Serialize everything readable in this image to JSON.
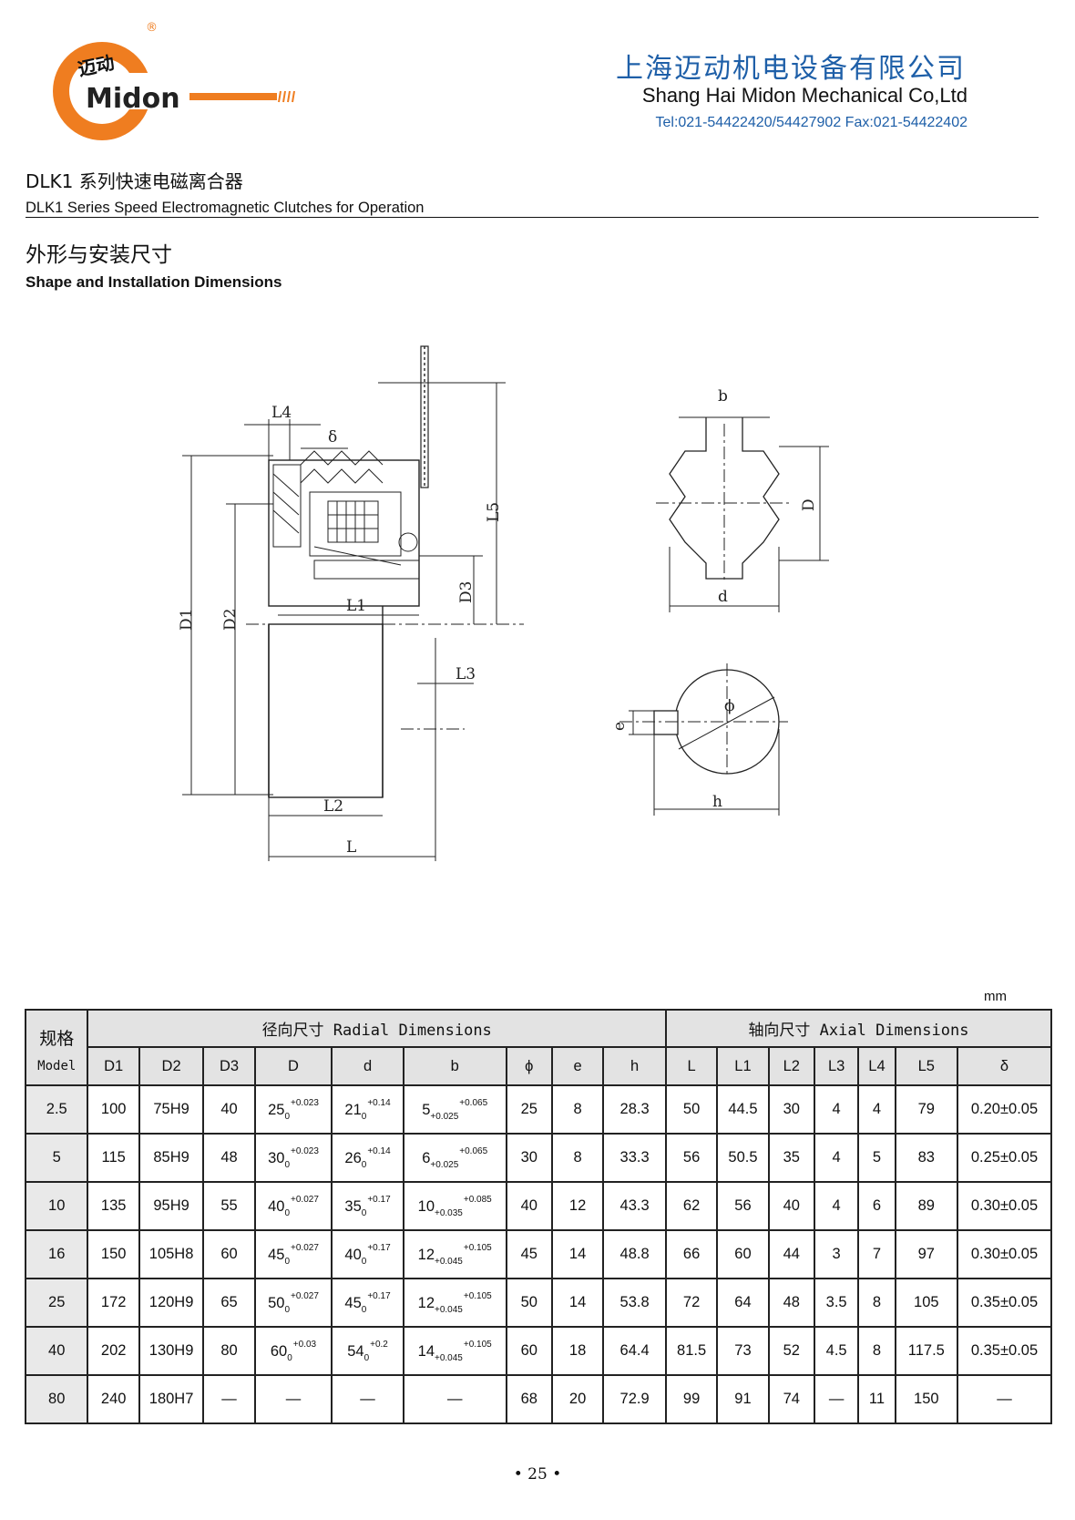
{
  "header": {
    "logo_cn": "迈动",
    "logo_en": "Midon",
    "registered": "®",
    "company_cn": "上海迈动机电设备有限公司",
    "company_en": "Shang Hai Midon Mechanical Co,Ltd",
    "contact": "Tel:021-54422420/54427902 Fax:021-54422402"
  },
  "title": {
    "cn": "DLK1 系列快速电磁离合器",
    "en": "DLK1 Series Speed Electromagnetic Clutches for Operation"
  },
  "section": {
    "cn": "外形与安装尺寸",
    "en": "Shape and Installation Dimensions"
  },
  "drawing_labels": {
    "L4": "L4",
    "delta": "δ",
    "L5": "L5",
    "L1": "L1",
    "D3": "D3",
    "D1": "D1",
    "D2": "D2",
    "L3": "L3",
    "L2": "L2",
    "L": "L",
    "b": "b",
    "D": "D",
    "d": "d",
    "phi": "ϕ",
    "e": "e",
    "h": "h"
  },
  "table": {
    "unit": "mm",
    "model_cn": "规格",
    "model_en": "Model",
    "radial_header": "径向尺寸 Radial Dimensions",
    "axial_header": "轴向尺寸 Axial Dimensions",
    "columns": [
      "D1",
      "D2",
      "D3",
      "D",
      "d",
      "b",
      "ϕ",
      "e",
      "h",
      "L",
      "L1",
      "L2",
      "L3",
      "L4",
      "L5",
      "δ"
    ],
    "rows": [
      {
        "model": "2.5",
        "D1": "100",
        "D2": "75H9",
        "D3": "40",
        "D": {
          "v": "25",
          "sub": "0",
          "sup": "+0.023"
        },
        "d": {
          "v": "21",
          "sub": "0",
          "sup": "+0.14"
        },
        "b": {
          "v": "5",
          "sub": "+0.025",
          "sup": "+0.065"
        },
        "phi": "25",
        "e": "8",
        "h": "28.3",
        "L": "50",
        "L1": "44.5",
        "L2": "30",
        "L3": "4",
        "L4": "4",
        "L5": "79",
        "delta": "0.20±0.05"
      },
      {
        "model": "5",
        "D1": "115",
        "D2": "85H9",
        "D3": "48",
        "D": {
          "v": "30",
          "sub": "0",
          "sup": "+0.023"
        },
        "d": {
          "v": "26",
          "sub": "0",
          "sup": "+0.14"
        },
        "b": {
          "v": "6",
          "sub": "+0.025",
          "sup": "+0.065"
        },
        "phi": "30",
        "e": "8",
        "h": "33.3",
        "L": "56",
        "L1": "50.5",
        "L2": "35",
        "L3": "4",
        "L4": "5",
        "L5": "83",
        "delta": "0.25±0.05"
      },
      {
        "model": "10",
        "D1": "135",
        "D2": "95H9",
        "D3": "55",
        "D": {
          "v": "40",
          "sub": "0",
          "sup": "+0.027"
        },
        "d": {
          "v": "35",
          "sub": "0",
          "sup": "+0.17"
        },
        "b": {
          "v": "10",
          "sub": "+0.035",
          "sup": "+0.085"
        },
        "phi": "40",
        "e": "12",
        "h": "43.3",
        "L": "62",
        "L1": "56",
        "L2": "40",
        "L3": "4",
        "L4": "6",
        "L5": "89",
        "delta": "0.30±0.05"
      },
      {
        "model": "16",
        "D1": "150",
        "D2": "105H8",
        "D3": "60",
        "D": {
          "v": "45",
          "sub": "0",
          "sup": "+0.027"
        },
        "d": {
          "v": "40",
          "sub": "0",
          "sup": "+0.17"
        },
        "b": {
          "v": "12",
          "sub": "+0.045",
          "sup": "+0.105"
        },
        "phi": "45",
        "e": "14",
        "h": "48.8",
        "L": "66",
        "L1": "60",
        "L2": "44",
        "L3": "3",
        "L4": "7",
        "L5": "97",
        "delta": "0.30±0.05"
      },
      {
        "model": "25",
        "D1": "172",
        "D2": "120H9",
        "D3": "65",
        "D": {
          "v": "50",
          "sub": "0",
          "sup": "+0.027"
        },
        "d": {
          "v": "45",
          "sub": "0",
          "sup": "+0.17"
        },
        "b": {
          "v": "12",
          "sub": "+0.045",
          "sup": "+0.105"
        },
        "phi": "50",
        "e": "14",
        "h": "53.8",
        "L": "72",
        "L1": "64",
        "L2": "48",
        "L3": "3.5",
        "L4": "8",
        "L5": "105",
        "delta": "0.35±0.05"
      },
      {
        "model": "40",
        "D1": "202",
        "D2": "130H9",
        "D3": "80",
        "D": {
          "v": "60",
          "sub": "0",
          "sup": "+0.03"
        },
        "d": {
          "v": "54",
          "sub": "0",
          "sup": "+0.2"
        },
        "b": {
          "v": "14",
          "sub": "+0.045",
          "sup": "+0.105"
        },
        "phi": "60",
        "e": "18",
        "h": "64.4",
        "L": "81.5",
        "L1": "73",
        "L2": "52",
        "L3": "4.5",
        "L4": "8",
        "L5": "117.5",
        "delta": "0.35±0.05"
      },
      {
        "model": "80",
        "D1": "240",
        "D2": "180H7",
        "D3": "—",
        "D": "—",
        "d": "—",
        "b": "—",
        "phi": "68",
        "e": "20",
        "h": "72.9",
        "L": "99",
        "L1": "91",
        "L2": "74",
        "L3": "—",
        "L4": "11",
        "L5": "150",
        "delta": "—"
      }
    ]
  },
  "page_number": "• 25 •"
}
